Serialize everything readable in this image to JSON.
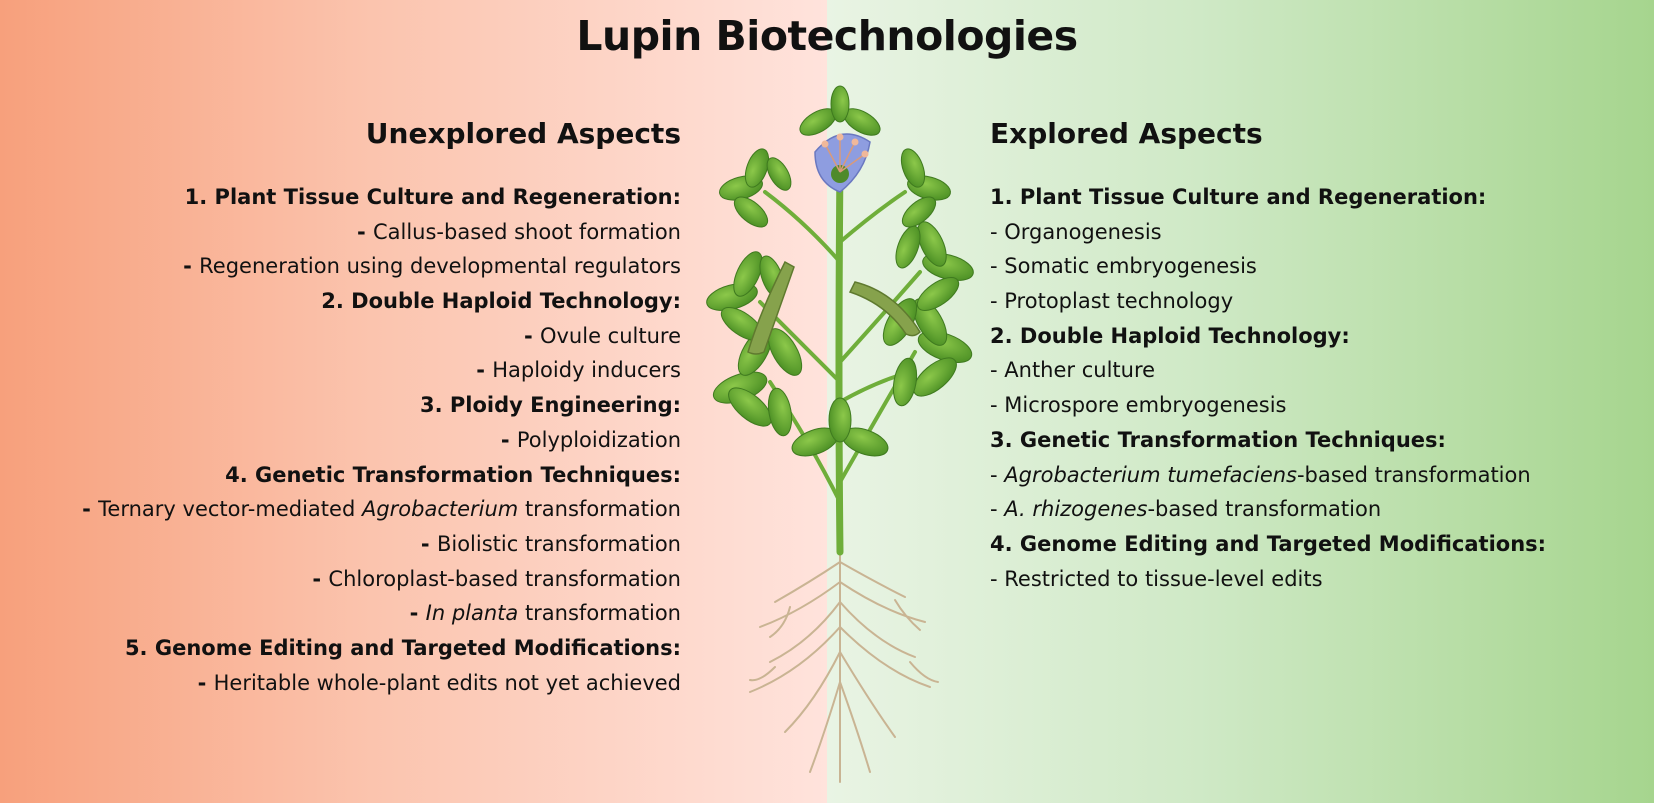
{
  "title": "Lupin Biotechnologies",
  "unexplored": {
    "heading": "Unexplored Aspects",
    "lines": [
      {
        "kind": "category",
        "parts": [
          {
            "t": "1. Plant Tissue Culture and Regeneration:"
          }
        ]
      },
      {
        "kind": "item",
        "parts": [
          {
            "t": "- ",
            "pre": true
          },
          {
            "t": "Callus-based shoot formation"
          }
        ]
      },
      {
        "kind": "item",
        "parts": [
          {
            "t": "- ",
            "pre": true
          },
          {
            "t": "Regeneration using developmental regulators"
          }
        ]
      },
      {
        "kind": "category",
        "parts": [
          {
            "t": "2. Double Haploid Technology:"
          }
        ]
      },
      {
        "kind": "item",
        "parts": [
          {
            "t": "- ",
            "pre": true
          },
          {
            "t": "Ovule culture"
          }
        ]
      },
      {
        "kind": "item",
        "parts": [
          {
            "t": "- ",
            "pre": true
          },
          {
            "t": "Haploidy inducers"
          }
        ]
      },
      {
        "kind": "category",
        "parts": [
          {
            "t": "3. Ploidy Engineering:"
          }
        ]
      },
      {
        "kind": "item",
        "parts": [
          {
            "t": "- ",
            "pre": true
          },
          {
            "t": "Polyploidization"
          }
        ]
      },
      {
        "kind": "category",
        "parts": [
          {
            "t": "4. Genetic Transformation Techniques:"
          }
        ]
      },
      {
        "kind": "item",
        "parts": [
          {
            "t": "- ",
            "pre": true
          },
          {
            "t": "Ternary vector-mediated "
          },
          {
            "t": "Agrobacterium",
            "i": true
          },
          {
            "t": " transformation"
          }
        ]
      },
      {
        "kind": "item",
        "parts": [
          {
            "t": "- ",
            "pre": true
          },
          {
            "t": "Biolistic transformation"
          }
        ]
      },
      {
        "kind": "item",
        "parts": [
          {
            "t": "- ",
            "pre": true
          },
          {
            "t": "Chloroplast-based transformation"
          }
        ]
      },
      {
        "kind": "item",
        "parts": [
          {
            "t": "- ",
            "pre": true
          },
          {
            "t": "In planta",
            "i": true
          },
          {
            "t": " transformation"
          }
        ]
      },
      {
        "kind": "category",
        "parts": [
          {
            "t": "5. Genome Editing and Targeted Modifications:"
          }
        ]
      },
      {
        "kind": "item",
        "parts": [
          {
            "t": "- ",
            "pre": true
          },
          {
            "t": "Heritable whole-plant edits not yet achieved"
          }
        ]
      }
    ]
  },
  "explored": {
    "heading": "Explored Aspects",
    "lines": [
      {
        "kind": "category",
        "parts": [
          {
            "t": "1. Plant Tissue Culture and Regeneration:"
          }
        ]
      },
      {
        "kind": "item",
        "parts": [
          {
            "t": "- ",
            "pre": true
          },
          {
            "t": "Organogenesis"
          }
        ]
      },
      {
        "kind": "item",
        "parts": [
          {
            "t": "- ",
            "pre": true
          },
          {
            "t": "Somatic embryogenesis"
          }
        ]
      },
      {
        "kind": "item",
        "parts": [
          {
            "t": "- ",
            "pre": true
          },
          {
            "t": "Protoplast technology"
          }
        ]
      },
      {
        "kind": "category",
        "parts": [
          {
            "t": "2. Double Haploid Technology:"
          }
        ]
      },
      {
        "kind": "item",
        "parts": [
          {
            "t": "- ",
            "pre": true
          },
          {
            "t": "Anther culture"
          }
        ]
      },
      {
        "kind": "item",
        "parts": [
          {
            "t": "- ",
            "pre": true
          },
          {
            "t": "Microspore embryogenesis"
          }
        ]
      },
      {
        "kind": "category",
        "parts": [
          {
            "t": "3. Genetic Transformation Techniques:"
          }
        ]
      },
      {
        "kind": "item",
        "parts": [
          {
            "t": "- ",
            "pre": true
          },
          {
            "t": "Agrobacterium tumefaciens",
            "i": true
          },
          {
            "t": "-based transformation"
          }
        ]
      },
      {
        "kind": "item",
        "parts": [
          {
            "t": "- ",
            "pre": true
          },
          {
            "t": "A. rhizogenes",
            "i": true
          },
          {
            "t": "-based transformation"
          }
        ]
      },
      {
        "kind": "category",
        "parts": [
          {
            "t": "4. Genome Editing and Targeted Modifications:"
          }
        ]
      },
      {
        "kind": "item",
        "parts": [
          {
            "t": "- ",
            "pre": true
          },
          {
            "t": "Restricted to tissue-level edits"
          }
        ]
      }
    ]
  },
  "colors": {
    "left_gradient": [
      "#f7a07c",
      "#ffe3dc"
    ],
    "right_gradient": [
      "#e9f4e4",
      "#a6d58e"
    ],
    "leaf": "#5aa02c",
    "stem": "#6fae3a",
    "pod": "#86a24c",
    "flower": "#8e9de0",
    "root": "#c9b493"
  },
  "illustration": {
    "icon": "lupin-plant-icon"
  }
}
